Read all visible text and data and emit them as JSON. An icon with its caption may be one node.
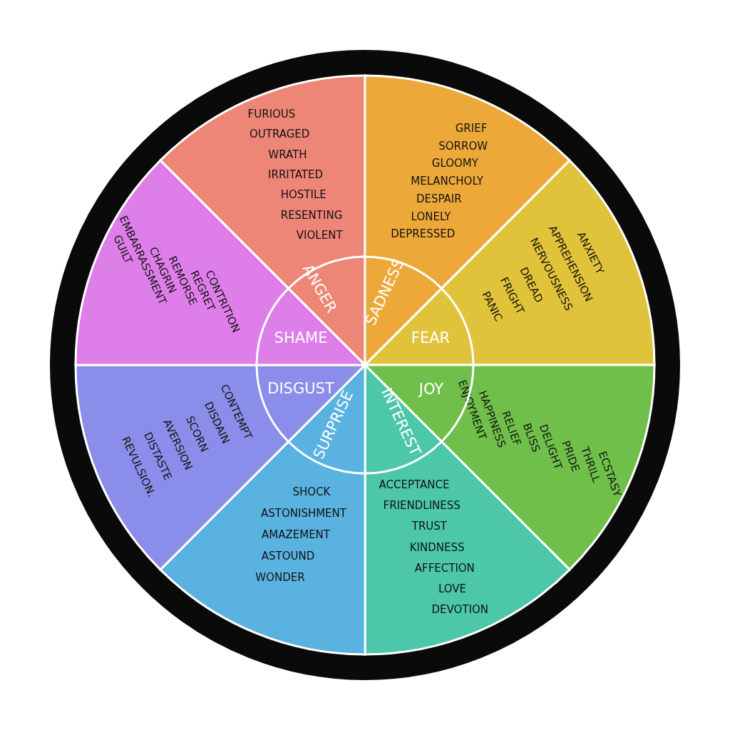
{
  "diagram": {
    "nodes": [
      {
        "text": [
          "ANGER",
          "FURIOUS",
          "OUTRAGED",
          "WRATH",
          "IRRITATED",
          "HOSTILE",
          "RESENTING",
          "VIOLENT"
        ]
      },
      {
        "text": [
          "SADNESS",
          "GRIEF",
          "SORROW",
          "GLOOMY",
          "MELANCHOLY",
          "DESPAIR",
          "LONELY",
          "DEPRESSED"
        ]
      },
      {
        "text": [
          "FEAR",
          "ANXIETY",
          "APPREHENSION",
          "NERVOUSNESS",
          "DREAD",
          "FRIGHT",
          "PANIC"
        ]
      },
      {
        "text": [
          "JOY",
          "ENJOYMENT",
          "HAPPINESS",
          "RELIEF",
          "BLISS",
          "DELIGHT",
          "PRIDE",
          "THRILL",
          "ECSTASY"
        ]
      },
      {
        "text": [
          "INTEREST",
          "ACCEPTANCE",
          "FRIENDLINESS",
          "TRUST",
          "KINDNESS",
          "AFFECTION",
          "LOVE",
          "DEVOTION"
        ]
      },
      {
        "text": [
          "SURPRISE",
          "SHOCK",
          "ASTONISHMENT",
          "AMAZEMENT",
          "ASTOUND",
          "WONDER"
        ]
      },
      {
        "text": [
          "DISGUST",
          "CONTEMPT",
          "DISDAIN",
          "SCORN",
          "AVERSION",
          "DISTASTE",
          "REVULSION."
        ]
      },
      {
        "text": [
          "SHAME",
          "GUILT",
          "EMBARRASSMENT",
          "CHAGRIN",
          "REMORSE",
          "REGRET",
          "CONTRITION"
        ]
      }
    ]
  }
}
